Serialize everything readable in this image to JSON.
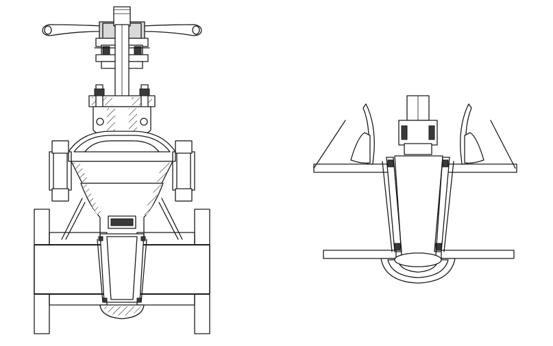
{
  "figure": {
    "views": [
      {
        "id": "full-valve-section"
      },
      {
        "id": "wedge-seat-detail"
      }
    ]
  },
  "colors": {
    "line": "#1a1a1a",
    "background": "#ffffff",
    "fill": "#d9d9d9"
  },
  "icons": [
    "gate-valve-cross-section",
    "wedge-detail-section"
  ]
}
